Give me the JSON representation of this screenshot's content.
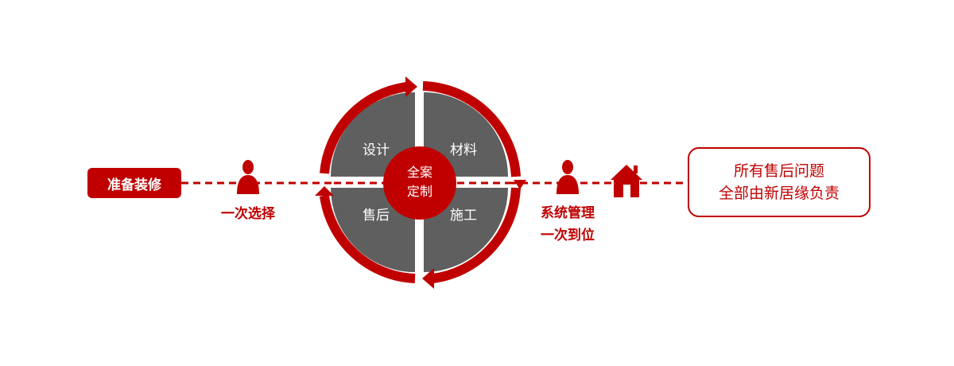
{
  "start": {
    "label": "准备装修"
  },
  "person_left": {
    "label": "一次选择"
  },
  "wheel": {
    "center_line1": "全案",
    "center_line2": "定制",
    "quadrants": {
      "top_left": "设计",
      "top_right": "材料",
      "bottom_left": "售后",
      "bottom_right": "施工"
    }
  },
  "person_right": {
    "line1": "系统管理",
    "line2": "一次到位"
  },
  "end": {
    "line1": "所有售后问题",
    "line2": "全部由新居缘负责"
  },
  "icons": [
    "person-icon",
    "house-icon",
    "cycle-arrow-icon"
  ],
  "colors": {
    "accent": "#c00000",
    "quadrant_fill": "#5f5f5f",
    "text_on_dark": "#ffffff"
  }
}
